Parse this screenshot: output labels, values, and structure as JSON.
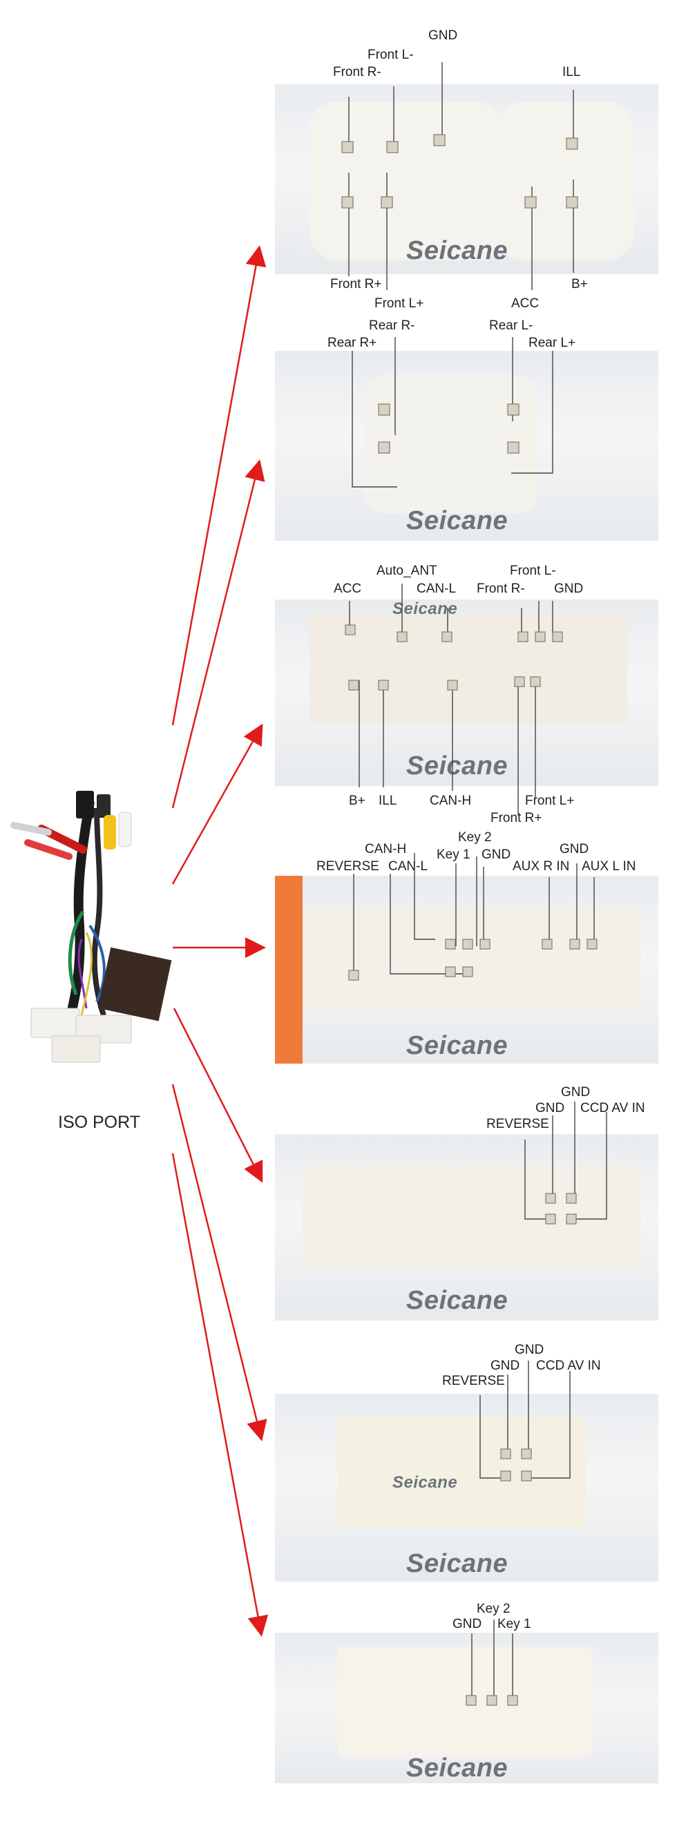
{
  "harness": {
    "label": "ISO PORT"
  },
  "watermark": "Seicane",
  "panels": [
    {
      "id": "p1",
      "labels": [
        "GND",
        "Front L-",
        "Front R-",
        "ILL",
        "Front R+",
        "Front L+",
        "ACC",
        "B+"
      ]
    },
    {
      "id": "p2",
      "labels": [
        "Rear R-",
        "Rear R+",
        "Rear L-",
        "Rear L+"
      ]
    },
    {
      "id": "p3",
      "labels": [
        "Auto_ANT",
        "ACC",
        "CAN-L",
        "Front L-",
        "Front R-",
        "GND",
        "B+",
        "ILL",
        "CAN-H",
        "Front L+",
        "Front R+"
      ]
    },
    {
      "id": "p4",
      "labels": [
        "Key 2",
        "CAN-H",
        "Key 1",
        "GND",
        "GND",
        "REVERSE",
        "CAN-L",
        "AUX R IN",
        "AUX L IN"
      ]
    },
    {
      "id": "p5",
      "labels": [
        "GND",
        "GND",
        "CCD AV IN",
        "REVERSE"
      ]
    },
    {
      "id": "p6",
      "labels": [
        "GND",
        "GND",
        "CCD AV IN",
        "REVERSE"
      ]
    },
    {
      "id": "p7",
      "labels": [
        "Key 2",
        "GND",
        "Key 1"
      ]
    }
  ],
  "colors": {
    "arrow": "#e01b1b",
    "leader": "#444444",
    "panel": "#eceef0"
  }
}
